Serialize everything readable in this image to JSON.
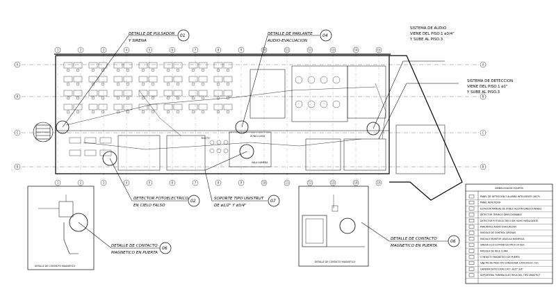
{
  "callouts": [
    {
      "title": "DETALLE DE PULSADOR",
      "line2": "Y SIRENA",
      "num": "01"
    },
    {
      "title": "DETALLE DE PARLANTE",
      "line2": "AUDIO-EVACUACION",
      "num": "04"
    },
    {
      "title": "DETECTOR FOTOELECTRICO",
      "line2": "EN CIELO FALSO",
      "num": "02"
    },
    {
      "title": "SOPORTE TIPO UNISTRUT",
      "line2": "DE ø1/2\" Y ø3/4\"",
      "num": "07"
    },
    {
      "title": "DETALLE DE CONTACTO",
      "line2": "MAGNETICO EN PUERTA",
      "num": "06"
    },
    {
      "title": "DETALLE DE CONTACTO",
      "line2": "MAGNETICO EN PUERTA",
      "num": "06"
    }
  ],
  "notes": {
    "audio": [
      "SISTEMA DE AUDIO",
      "VIENE DEL PISO.1 ø3/4\"",
      "Y SUBE AL PISO.3"
    ],
    "deteccion": [
      "SISTEMA DE DETECCION",
      "VIENE DEL PISO.1 ø1\"",
      "Y SUBE AL PISO.3"
    ]
  },
  "detail_captions": {
    "left": "DETALLE DE CONTACTO MAGNETICO",
    "middle": "DETALLE DE CONTACTO MAGNETICO"
  },
  "grid": {
    "columns": [
      "1",
      "2",
      "3",
      "4",
      "5",
      "6",
      "7",
      "8",
      "9",
      "10",
      "11",
      "12",
      "13",
      "14",
      "15"
    ],
    "rows": [
      "A",
      "B",
      "C",
      "D"
    ]
  },
  "legend": {
    "title": "SIMBOLOGIA DE EQUIPOS",
    "items": [
      "PANEL DE DETECCION Y ALARMA INTELIGENTE (FACP)",
      "PANEL REPETIDOR",
      "ESTACION MANUAL DE DOBLE ACCION DIRECCIONABLE",
      "DETECTOR TERMICO DIRECCIONABLE",
      "DETECTOR FOTOELECTRICO DE HUMO INTELIGENTE",
      "PARLANTES AUDIO EVACUACION",
      "MODULO DE CONTROL SIRENAS",
      "MODULO MONITOR VALVULA MARIPOSA",
      "SIRENA+LUZ ESTROBOSCOPICA 24 VDC",
      "MODULO DE RELE CLIMA",
      "CONTACTO MAGNETICO DE PUERTA",
      "CAJETIN DE PASO P/O CONDUCIDA 100X100mm mm",
      "CANERIA DETECCION C.M.T. ø1/2\"-3/4\"",
      "SOPORTERIA TUBERIA ELECTRICA DEL TIPO UNISTRUT"
    ]
  },
  "room_labels": [
    "ZONA LLUVIA",
    "DUCTO",
    "SALA HUMEDA"
  ],
  "colors": {
    "ink": "#000000",
    "circle_fill": "#ffffff"
  }
}
